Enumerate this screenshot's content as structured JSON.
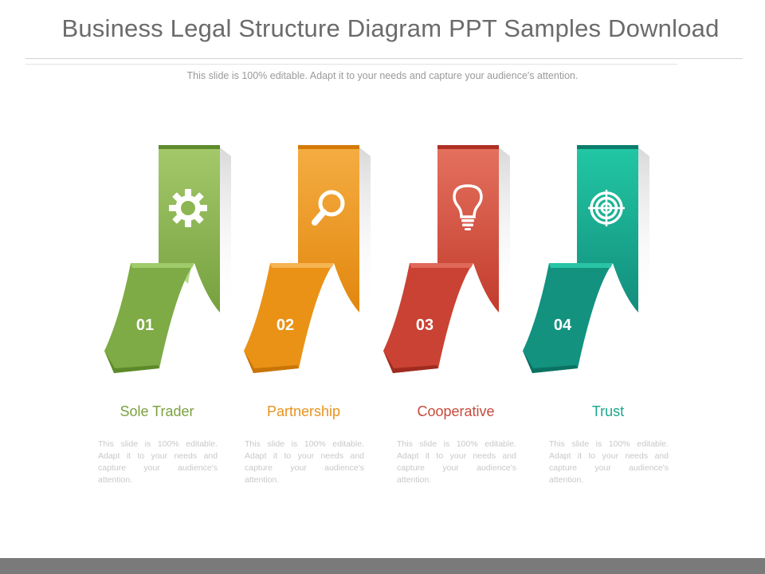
{
  "slide": {
    "title": "Business Legal Structure Diagram PPT Samples Download",
    "subtitle": "This slide is 100% editable. Adapt it to your needs and capture your audience's attention."
  },
  "items": [
    {
      "number": "01",
      "label": "Sole Trader",
      "icon": "gear-icon",
      "color_light": "#9cc25d",
      "color_dark": "#6f9a3a",
      "label_color": "#7aa13e",
      "description": "This slide is 100% editable. Adapt it to your needs and capture your audience's attention."
    },
    {
      "number": "02",
      "label": "Partnership",
      "icon": "magnifier-icon",
      "color_light": "#f3a737",
      "color_dark": "#e0850e",
      "label_color": "#e69420",
      "description": "This slide is 100% editable. Adapt it to your needs and capture your audience's attention."
    },
    {
      "number": "03",
      "label": "Cooperative",
      "icon": "lightbulb-icon",
      "color_light": "#e36b58",
      "color_dark": "#c0392b",
      "label_color": "#c64a3b",
      "description": "This slide is 100% editable. Adapt it to your needs and capture your audience's attention."
    },
    {
      "number": "04",
      "label": "Trust",
      "icon": "target-icon",
      "color_light": "#1ec29f",
      "color_dark": "#11897a",
      "label_color": "#1ba58c",
      "description": "This slide is 100% editable. Adapt it to your needs and capture your audience's attention."
    }
  ]
}
